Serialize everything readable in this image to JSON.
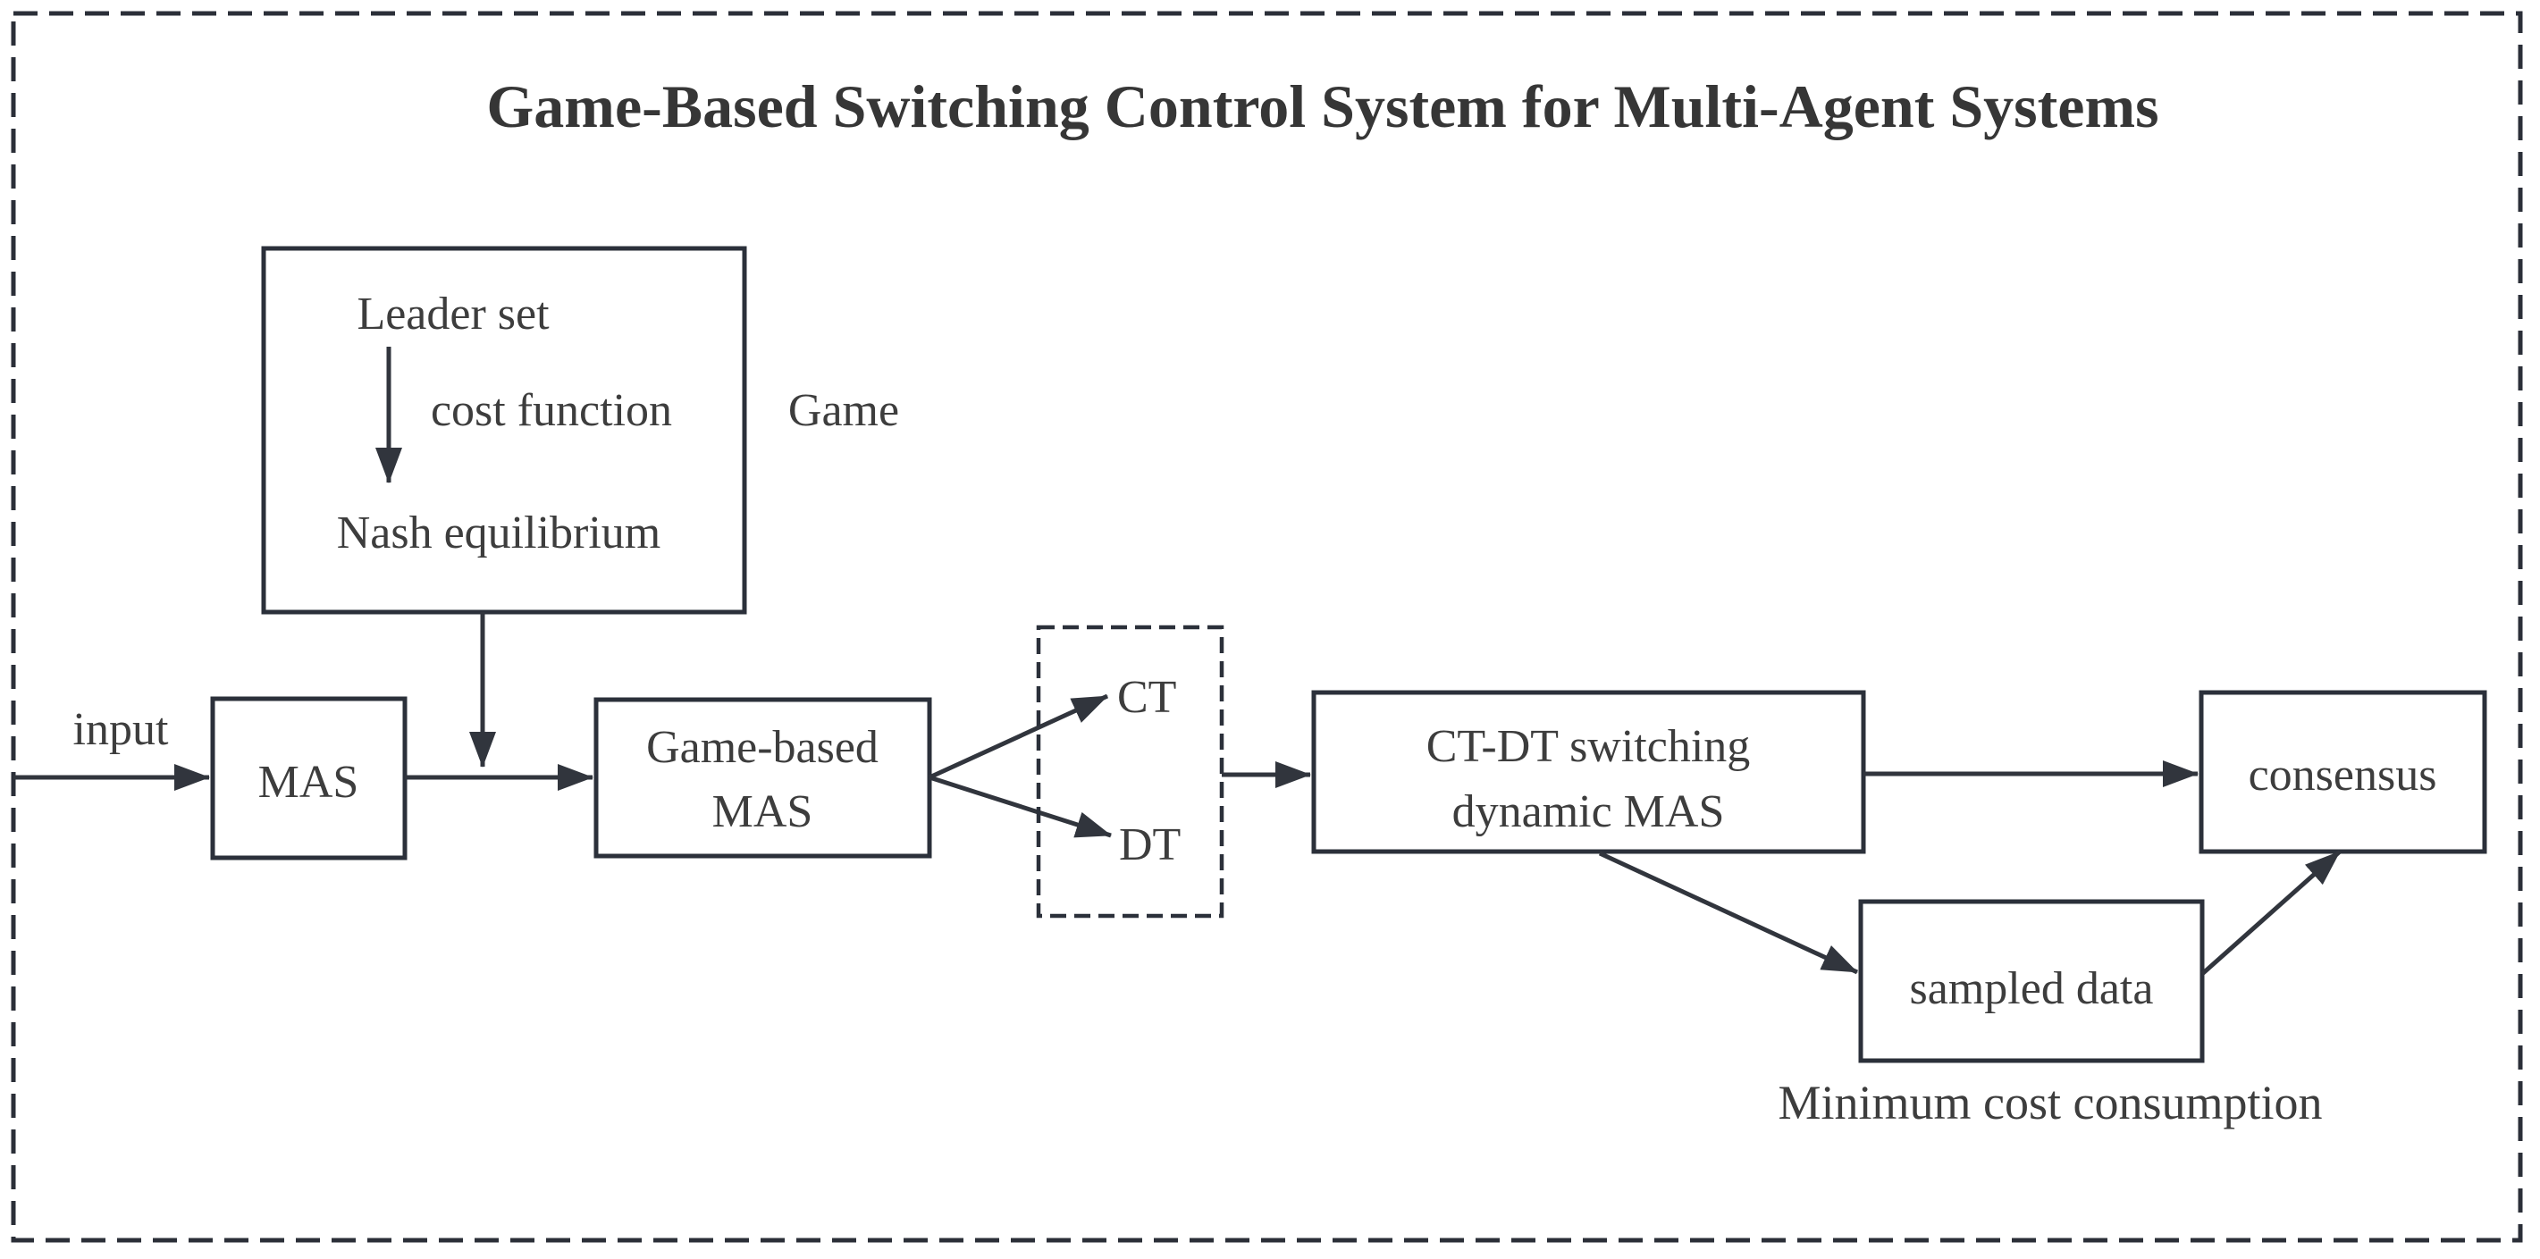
{
  "diagram": {
    "title": "Game-Based Switching Control System for Multi-Agent Systems",
    "game_module": {
      "leader_set": "Leader set",
      "cost_function": "cost function",
      "nash_equilibrium": "Nash equilibrium",
      "side_label": "Game"
    },
    "flow": {
      "input_label": "input",
      "mas": "MAS",
      "game_based_mas_line1": "Game-based",
      "game_based_mas_line2": "MAS",
      "ct": "CT",
      "dt": "DT",
      "ctdt_line1": "CT-DT switching",
      "ctdt_line2": "dynamic MAS",
      "consensus": "consensus",
      "sampled_data": "sampled data",
      "min_cost_caption": "Minimum cost consumption"
    },
    "colors": {
      "stroke": "#2b303a",
      "text": "#3d3d3d",
      "background": "#ffffff"
    }
  }
}
